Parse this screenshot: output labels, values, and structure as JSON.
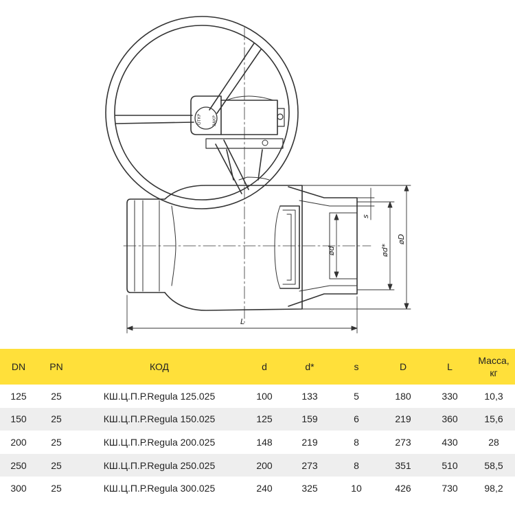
{
  "drawing": {
    "labels": {
      "length": "L",
      "wall": "s",
      "inner_d": "ød",
      "pipe_d": "ød*",
      "outer_d": "øD"
    },
    "gearbox_text": [
      "ОТКР",
      "ЗАКР"
    ]
  },
  "table": {
    "header_color": "#ffe03a",
    "headers": [
      "DN",
      "PN",
      "КОД",
      "d",
      "d*",
      "s",
      "D",
      "L",
      "Масса,\nкг"
    ],
    "rows": [
      [
        "125",
        "25",
        "КШ.Ц.П.Р.Regula 125.025",
        "100",
        "133",
        "5",
        "180",
        "330",
        "10,3"
      ],
      [
        "150",
        "25",
        "КШ.Ц.П.Р.Regula 150.025",
        "125",
        "159",
        "6",
        "219",
        "360",
        "15,6"
      ],
      [
        "200",
        "25",
        "КШ.Ц.П.Р.Regula 200.025",
        "148",
        "219",
        "8",
        "273",
        "430",
        "28"
      ],
      [
        "250",
        "25",
        "КШ.Ц.П.Р.Regula 250.025",
        "200",
        "273",
        "8",
        "351",
        "510",
        "58,5"
      ],
      [
        "300",
        "25",
        "КШ.Ц.П.Р.Regula 300.025",
        "240",
        "325",
        "10",
        "426",
        "730",
        "98,2"
      ]
    ]
  }
}
